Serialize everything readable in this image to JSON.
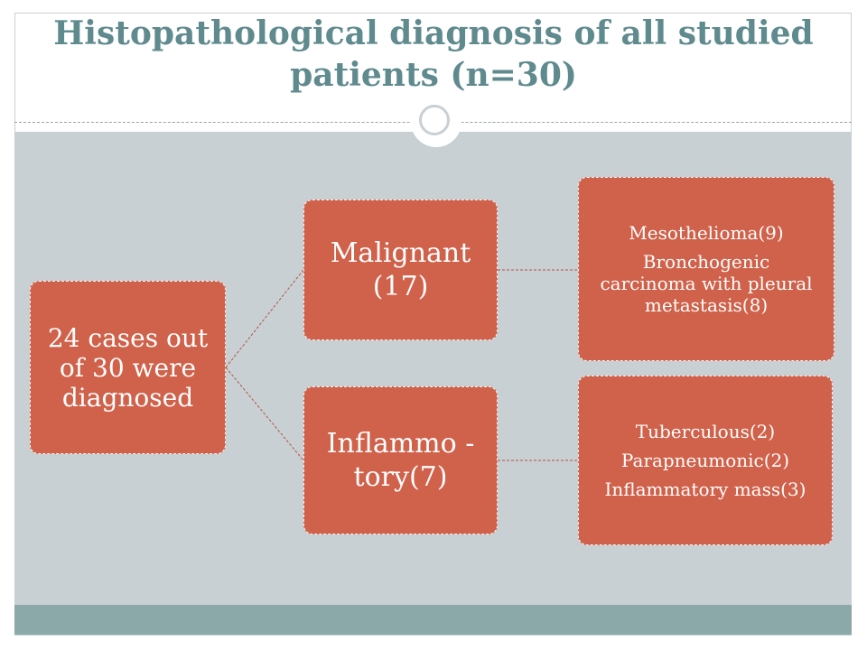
{
  "slide": {
    "title": "Histopathological diagnosis of all studied patients (n=30)"
  },
  "diagram": {
    "root": {
      "label": "24 cases out of 30 were diagnosed"
    },
    "branches": [
      {
        "label": "Malignant (17)",
        "details": [
          "Mesothelioma(9)",
          "Bronchogenic carcinoma with pleural metastasis(8)"
        ]
      },
      {
        "label": "Inflammo -tory(7)",
        "details": [
          "Tuberculous(2)",
          "Parapneumonic(2)",
          "Inflammatory mass(3)"
        ]
      }
    ]
  },
  "colors": {
    "title": "#5f8a8e",
    "box_fill": "#d0614a",
    "content_bg": "#c8d0d4",
    "footer_band": "#8ba9a9",
    "connector": "#b5553f"
  }
}
